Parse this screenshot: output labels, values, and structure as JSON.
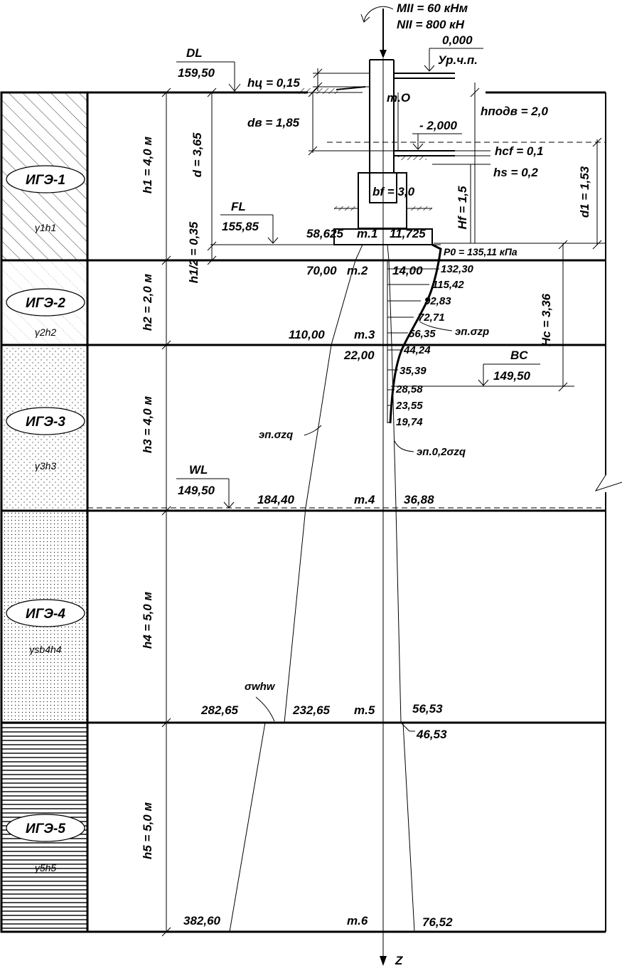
{
  "loads": {
    "moment": "MII = 60 кНм",
    "normal": "NII = 800 кН"
  },
  "levels": {
    "zero": "0,000",
    "floor_label": "Ур.ч.п.",
    "dl_label": "DL",
    "dl_value": "159,50",
    "fl_label": "FL",
    "fl_value": "155,85",
    "wl_label": "WL",
    "wl_value": "149,50",
    "bc_label": "BC",
    "bc_value": "149,50",
    "basement": "- 2,000"
  },
  "dims": {
    "hc": "hц = 0,15",
    "db": "dв = 1,85",
    "d": "d = 3,65",
    "h1_half": "h1/2 = 0,35",
    "hbasement": "hподв = 2,0",
    "hcf": "hcf = 0,1",
    "hs": "hs = 0,2",
    "bf": "bf = 3,0",
    "Hf": "Hf = 1,5",
    "d1": "d1 = 1,53",
    "Hc": "Hc = 3,36",
    "p0": "P0 = 135,11 кПа"
  },
  "layers": [
    {
      "name": "ИГЭ-1",
      "gamma": "γ1h1",
      "thickness": "h1 = 4,0 м"
    },
    {
      "name": "ИГЭ-2",
      "gamma": "γ2h2",
      "thickness": "h2 = 2,0 м"
    },
    {
      "name": "ИГЭ-3",
      "gamma": "γ3h3",
      "thickness": "h3 = 4,0 м"
    },
    {
      "name": "ИГЭ-4",
      "gamma": "γsb4h4",
      "thickness": "h4 = 5,0 м"
    },
    {
      "name": "ИГЭ-5",
      "gamma": "γ5h5",
      "thickness": "h5 = 5,0 м"
    }
  ],
  "points": [
    "m.O",
    "m.1",
    "m.2",
    "m.3",
    "m.4",
    "m.5",
    "m.6"
  ],
  "sigma_zg": [
    "58,625",
    "70,00",
    "110,00",
    "184,40",
    "232,65",
    "282,65",
    "382,60"
  ],
  "sigma_02zg": [
    "11,725",
    "14,00",
    "22,00",
    "36,88",
    "56,53",
    "46,53",
    "76,52"
  ],
  "sigma_zp": [
    "132,30",
    "115,42",
    "92,83",
    "72,71",
    "56,35",
    "44,24",
    "35,39",
    "28,58",
    "23,55",
    "19,74"
  ],
  "curve_labels": {
    "zp": "эп.σzp",
    "zq": "эп.σzq",
    "zq02": "эп.0,2σzq",
    "water": "σwhw"
  },
  "axis": "Z"
}
